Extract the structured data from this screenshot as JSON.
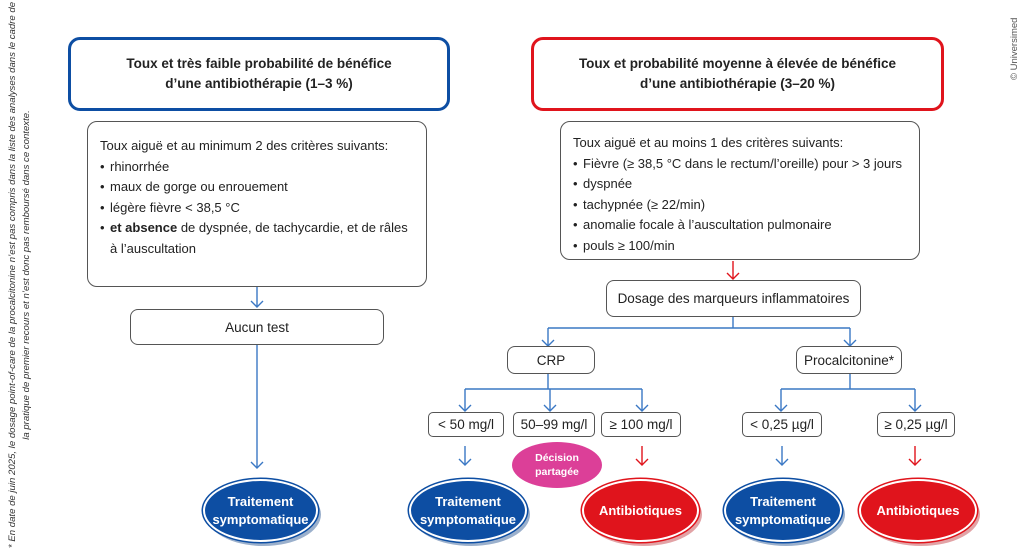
{
  "footnote": "* En date de juin 2025, le dosage point-of-care de la procalcitonine n’est pas compris dans la liste des analyses dans le cadre de la pratique de premier recours et n’est donc pas remboursé dans ce contexte.",
  "copyright": "© Universimed",
  "colors": {
    "blue": "#0d4ea3",
    "red": "#e0141c",
    "pink": "#dc3f98",
    "arrow_blue": "#3a78c4",
    "arrow_red": "#e0141c"
  },
  "left": {
    "header_line1": "Toux et très faible probabilité de bénéfice",
    "header_line2": "d’une antibiothérapie (1–3 %)",
    "criteria_intro": "Toux aiguë et au minimum 2 des critères suivants:",
    "criteria": [
      "rhinorrhée",
      "maux de gorge ou enrouement",
      "légère fièvre < 38,5 °C"
    ],
    "absence_bold": "et absence",
    "absence_text": " de dyspnée, de tachycardie, et de râles",
    "absence_text2": "à l’auscultation",
    "no_test": "Aucun test",
    "outcome_line1": "Traitement",
    "outcome_line2": "symptomatique"
  },
  "right": {
    "header_line1": "Toux et probabilité moyenne à élevée de bénéfice",
    "header_line2": "d’une antibiothérapie (3–20 %)",
    "criteria_intro": "Toux aiguë et au moins 1 des critères suivants:",
    "criteria": [
      "Fièvre (≥ 38,5 °C dans le rectum/l’oreille) pour > 3 jours",
      "dyspnée",
      "tachypnée (≥ 22/min)",
      "anomalie focale à l’auscultation pulmonaire",
      "pouls ≥ 100/min"
    ],
    "markers": "Dosage des marqueurs inflammatoires",
    "crp": "CRP",
    "pct": "Procalcitonine*",
    "crp_low": "< 50 mg/l",
    "crp_mid": "50–99 mg/l",
    "crp_high": "≥ 100 mg/l",
    "pct_low": "< 0,25 µg/l",
    "pct_high": "≥ 0,25 µg/l",
    "shared_line1": "Décision",
    "shared_line2": "partagée",
    "treat_line1": "Traitement",
    "treat_line2": "symptomatique",
    "antibio": "Antibiotiques"
  }
}
